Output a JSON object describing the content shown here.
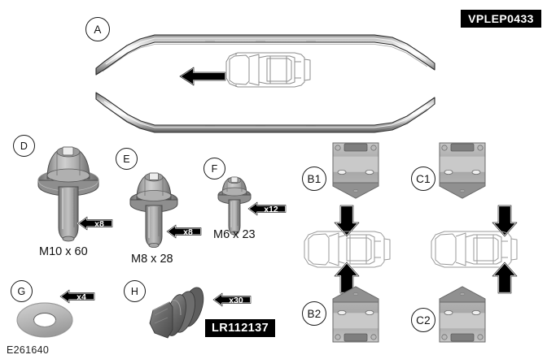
{
  "figure": {
    "code": "E261640",
    "part_number": "VPLEP0433"
  },
  "callouts": {
    "a": "A",
    "b1": "B1",
    "b2": "B2",
    "c1": "C1",
    "c2": "C2",
    "d": "D",
    "e": "E",
    "f": "F",
    "g": "G",
    "h": "H"
  },
  "parts": [
    {
      "id": "A",
      "name": "roof-rail",
      "label": "A",
      "caption": "",
      "quantity": "",
      "part_number": "VPLEP0433"
    },
    {
      "id": "D",
      "name": "bolt-m10",
      "label": "D",
      "caption": "M10 x 60",
      "quantity": "x8",
      "part_number": ""
    },
    {
      "id": "E",
      "name": "bolt-m8",
      "label": "E",
      "caption": "M8 x 28",
      "quantity": "x8",
      "part_number": ""
    },
    {
      "id": "F",
      "name": "bolt-m6",
      "label": "F",
      "caption": "M6 x 23",
      "quantity": "x12",
      "part_number": ""
    },
    {
      "id": "G",
      "name": "washer",
      "label": "G",
      "caption": "",
      "quantity": "x4",
      "part_number": ""
    },
    {
      "id": "H",
      "name": "trim-clip",
      "label": "H",
      "caption": "",
      "quantity": "x30",
      "part_number": "LR112137"
    },
    {
      "id": "B1",
      "name": "bracket-front-upper",
      "label": "B1",
      "caption": "",
      "quantity": "",
      "part_number": ""
    },
    {
      "id": "B2",
      "name": "bracket-front-lower",
      "label": "B2",
      "caption": "",
      "quantity": "",
      "part_number": ""
    },
    {
      "id": "C1",
      "name": "bracket-rear-upper",
      "label": "C1",
      "caption": "",
      "quantity": "",
      "part_number": ""
    },
    {
      "id": "C2",
      "name": "bracket-rear-lower",
      "label": "C2",
      "caption": "",
      "quantity": "",
      "part_number": ""
    }
  ],
  "captions": {
    "bolt_d": "M10 x 60",
    "bolt_e": "M8 x 28",
    "bolt_f": "M6 x 23"
  },
  "quantities": {
    "bolt_d": "x8",
    "bolt_e": "x8",
    "bolt_f": "x12",
    "washer_g": "x4",
    "clip_h": "x30"
  },
  "colors": {
    "metal_light": "#f2f2f2",
    "metal_mid": "#b9b9b9",
    "metal_dark": "#6e6e6e",
    "outline": "#1a1a1a",
    "label_bg": "#000000",
    "label_fg": "#ffffff",
    "bracket_grey": "#b5b5b5",
    "bracket_dark": "#8d8d8d"
  }
}
